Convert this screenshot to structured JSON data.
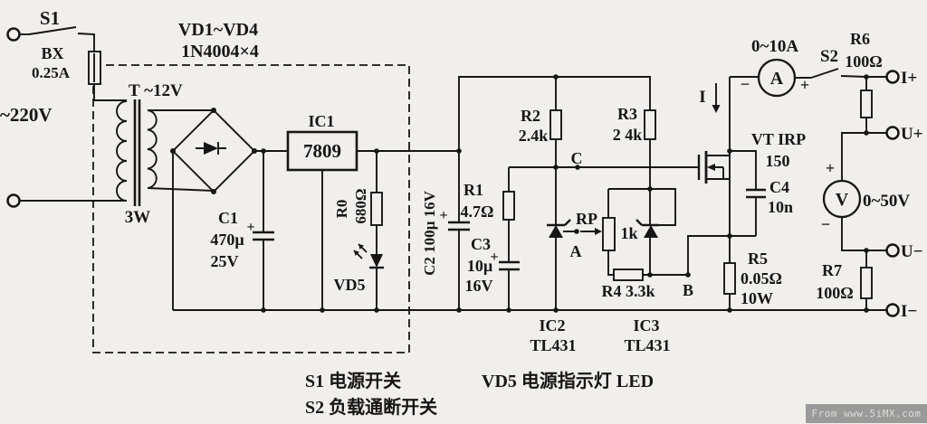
{
  "colors": {
    "ink": "#161616",
    "background": "#f0efec",
    "watermark_bg": "#9a9a9a",
    "watermark_fg": "#dddddb"
  },
  "components": {
    "s1": "S1",
    "fuse": "BX",
    "fuse_rating": "0.25A",
    "mains": "~220V",
    "bridge_name": "VD1~VD4",
    "bridge_type": "1N4004×4",
    "transformer": "T ~12V",
    "transformer_power": "3W",
    "c1": "C1",
    "c1_value": "470µ",
    "c1_voltage": "25V",
    "c1_plus": "+",
    "ic1": "IC1",
    "ic1_part": "7809",
    "r0": "R0",
    "r0_value": "680Ω",
    "vd5": "VD5",
    "c2": "C2 100µ 16V",
    "c2_plus": "+",
    "r1": "R1",
    "r1_value": "4.7Ω",
    "c3": "C3",
    "c3_value": "10µ",
    "c3_voltage": "16V",
    "c3_plus": "+",
    "r2": "R2",
    "r2_value": "2.4k",
    "r3": "R3",
    "r3_value": "2 4k",
    "node_c": "C",
    "node_a": "A",
    "node_b": "B",
    "rp": "RP",
    "rp_value": "1k",
    "r4": "R4 3.3k",
    "ic2": "IC2",
    "ic2_part": "TL431",
    "ic3": "IC3",
    "ic3_part": "TL431",
    "vt": "VT IRP",
    "vt_part": "150",
    "c4": "C4",
    "c4_value": "10n",
    "r5": "R5",
    "r5_value": "0.05Ω",
    "r5_power": "10W",
    "ammeter_range": "0~10A",
    "ammeter_symbol": "A",
    "ammeter_minus": "−",
    "ammeter_plus": "+",
    "current_label": "I",
    "s2": "S2",
    "r6": "R6",
    "r6_value": "100Ω",
    "voltmeter_range": "0~50V",
    "voltmeter_symbol": "V",
    "voltmeter_plus": "+",
    "voltmeter_minus": "−",
    "r7": "R7",
    "r7_value": "100Ω"
  },
  "terminals": {
    "i_plus": "I+",
    "u_plus": "U+",
    "u_minus": "U−",
    "i_minus": "I−"
  },
  "captions": {
    "s1": "S1 电源开关",
    "s2": "S2 负载通断开关",
    "vd5": "VD5 电源指示灯 LED"
  },
  "watermark": {
    "text": "From www.5iMX.com"
  }
}
